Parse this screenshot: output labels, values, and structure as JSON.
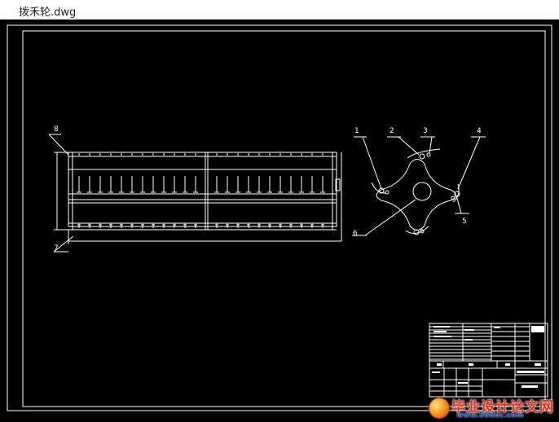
{
  "window": {
    "title": "拨禾轮.dwg"
  },
  "drawing": {
    "balloons": [
      "1",
      "2",
      "3",
      "4",
      "5",
      "6",
      "7",
      "8"
    ],
    "colors": {
      "background": "#000000",
      "lines": "#ffffff"
    }
  },
  "watermark": {
    "text": "毕业设计论文网",
    "url": "www.56doc.com"
  }
}
